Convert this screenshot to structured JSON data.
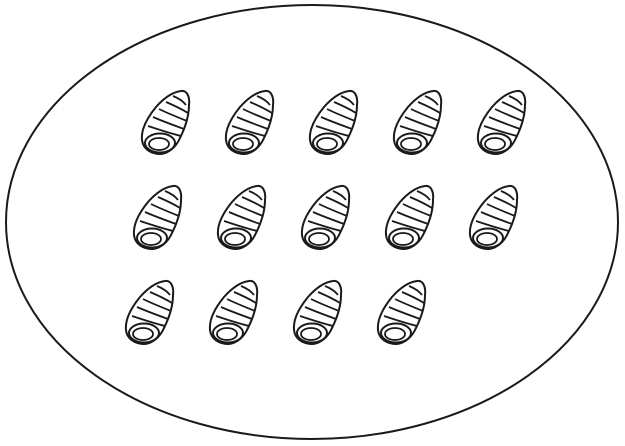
{
  "figure": {
    "boundary_shape": "ellipse",
    "item_icon": "seashell-icon",
    "item_count": 14,
    "rows": [
      {
        "count": 5
      },
      {
        "count": 5
      },
      {
        "count": 4
      }
    ],
    "stroke_color": "#1a1a1a",
    "fill_color": "#ffffff"
  }
}
